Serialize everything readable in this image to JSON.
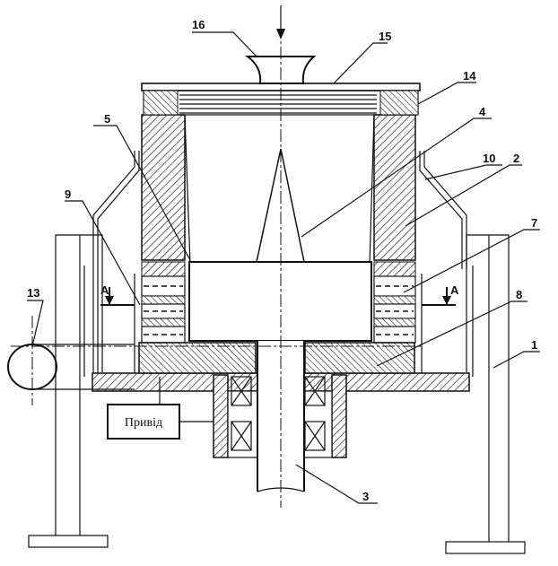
{
  "diagram": {
    "drive_label": "Привід",
    "section_mark": "A",
    "callouts": [
      {
        "id": "c16",
        "text": "16"
      },
      {
        "id": "c15",
        "text": "15"
      },
      {
        "id": "c14",
        "text": "14"
      },
      {
        "id": "c4",
        "text": "4"
      },
      {
        "id": "c5",
        "text": "5"
      },
      {
        "id": "c10",
        "text": "10"
      },
      {
        "id": "c2",
        "text": "2"
      },
      {
        "id": "c9",
        "text": "9"
      },
      {
        "id": "c7",
        "text": "7"
      },
      {
        "id": "c13",
        "text": "13"
      },
      {
        "id": "c8",
        "text": "8"
      },
      {
        "id": "c1",
        "text": "1"
      },
      {
        "id": "c3",
        "text": "3"
      }
    ]
  }
}
